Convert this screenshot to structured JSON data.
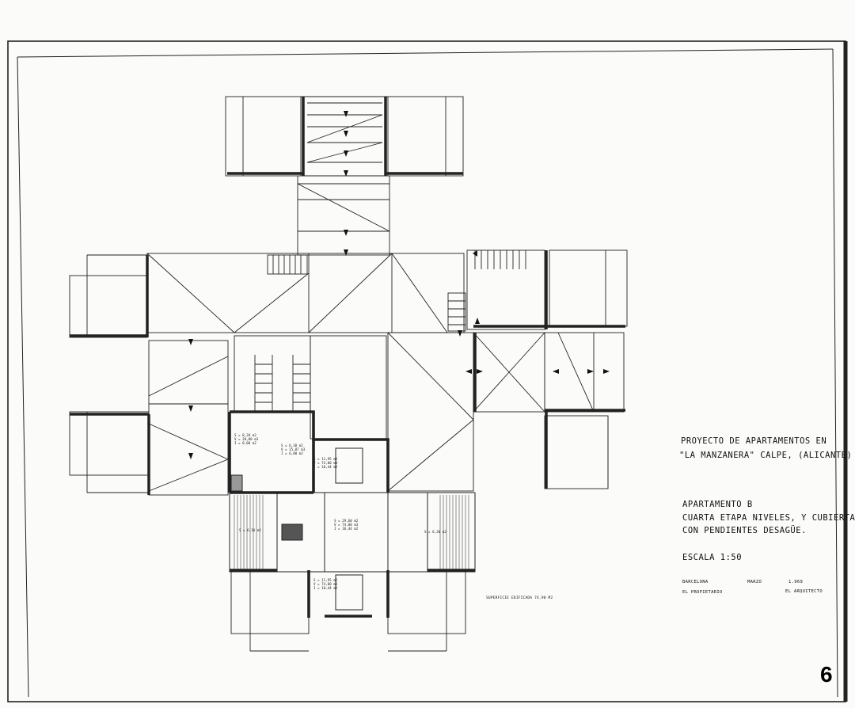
{
  "title_block": {
    "project_line1": "PROYECTO DE APARTAMENTOS EN",
    "project_line2": "\"LA MANZANERA\" CALPE, (ALICANTE)",
    "apartment": "APARTAMENTO B",
    "desc_line1": "CUARTA ETAPA NIVELES, Y CUBIERTAS",
    "desc_line2": "CON PENDIENTES DESAGÜE.",
    "scale": "ESCALA  1:50",
    "city": "BARCELONA",
    "month": "MARZO",
    "year": "1.969",
    "owner": "EL PROPIETARIO",
    "architect": "EL ARQUITECTO"
  },
  "surface_note": "SUPERFICIE EDIFICADA  74,90 M2",
  "sheet_number": "6",
  "room_labels": {
    "kitchen": [
      "S = 8,20 m2",
      "V = 20,00 m3",
      "I = 8,00 m2"
    ],
    "bath": [
      "S = 6,38 m2",
      "V = 15,87 m3",
      "I = 6,00 m2"
    ],
    "bedroom1": [
      "S = 11,95 m2",
      "V = 74,00 m3",
      "I = 10,44 m2"
    ],
    "living": [
      "S = 29,60 m2",
      "V = 74,00 m3",
      "I = 10,44 m2"
    ],
    "terrace_left": [
      "S = 6,30 m2"
    ],
    "terrace_right": [
      "S = 6,30 m2"
    ],
    "bedroom2": [
      "S = 11,95 m2",
      "V = 74,00 m3",
      "I = 10,44 m2"
    ]
  }
}
